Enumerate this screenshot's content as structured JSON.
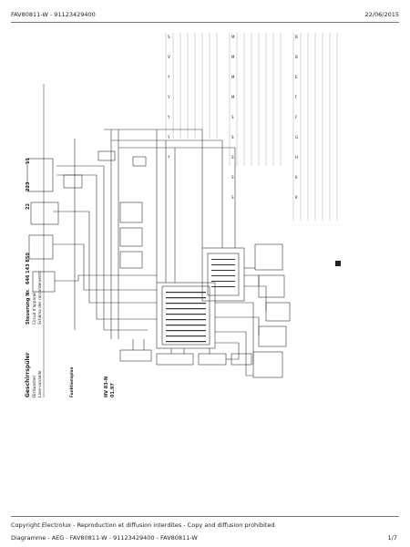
{
  "header": {
    "model_code": "FAV80811-W - 91123429400",
    "date": "22/06/2015"
  },
  "footer": {
    "copyright": "Copyright Electrolux - Reproduction et diffusion interdites - Copy and diffusion prohibited",
    "diagram": "Diagramme - AEG - FAV80811-W - 91123429400 - FAV80811-W",
    "page": "1/7"
  },
  "schematic": {
    "title": "Geschirrspüler",
    "subtitle_1": "Dishwasher",
    "subtitle_2": "Lave-vaisselle",
    "ref_label": "Steuerung Nr.",
    "ref_number": "646 143 850",
    "ref_lang_fr": "Circuit d'appareil",
    "ref_lang_de": "Schéma des raccordements",
    "field_a": "22",
    "field_b": "223",
    "field_c": "11",
    "drawing_code": "HV 83-N",
    "drawing_rev": "01.97",
    "legend_heading": "Funktionsplan",
    "component_codes": [
      "B",
      "B",
      "E",
      "F",
      "F",
      "G",
      "H",
      "K",
      "K",
      "M",
      "M",
      "M",
      "M",
      "S",
      "S",
      "S",
      "S",
      "S",
      "S",
      "V",
      "Y",
      "Y",
      "Y",
      "Y",
      "Y"
    ]
  }
}
